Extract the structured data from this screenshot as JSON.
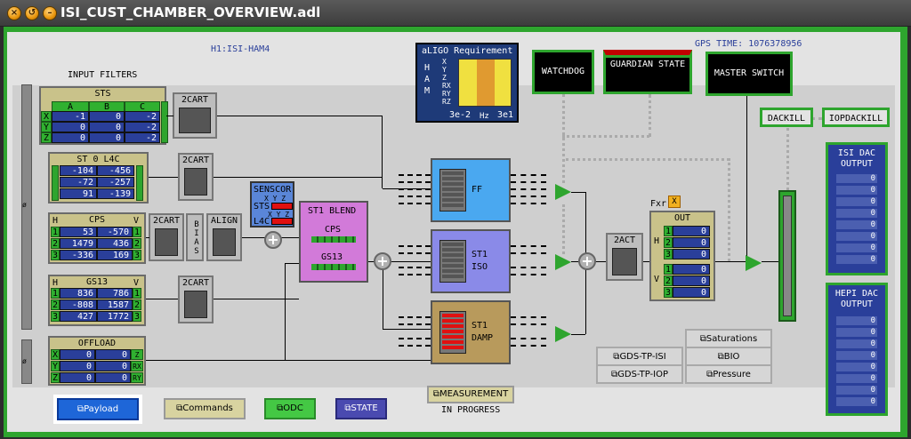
{
  "window": {
    "title": "ISI_CUST_CHAMBER_OVERVIEW.adl"
  },
  "header": {
    "chamber": "H1:ISI-HAM4",
    "gps_time": "GPS TIME: 1076378956"
  },
  "input_filters_label": "INPUT FILTERS",
  "sts": {
    "title": "STS",
    "cols": [
      "A",
      "B",
      "C"
    ],
    "rows": [
      {
        "label": "X",
        "vals": [
          "-1",
          "0",
          "-2"
        ]
      },
      {
        "label": "Y",
        "vals": [
          "0",
          "0",
          "-2"
        ]
      },
      {
        "label": "Z",
        "vals": [
          "0",
          "0",
          "-2"
        ]
      }
    ]
  },
  "l4c": {
    "title": "ST 0 L4C",
    "rows": [
      [
        "-104",
        "-456"
      ],
      [
        "-72",
        "-257"
      ],
      [
        "91",
        "-139"
      ]
    ]
  },
  "cps": {
    "title": "CPS",
    "left_label": "H",
    "right_label": "V",
    "rows": [
      {
        "n": "1",
        "h": "53",
        "v": "-570",
        "vn": "1"
      },
      {
        "n": "2",
        "h": "1479",
        "v": "436",
        "vn": "2"
      },
      {
        "n": "3",
        "h": "-336",
        "v": "169",
        "vn": "3"
      }
    ]
  },
  "gs13": {
    "title": "GS13",
    "left_label": "H",
    "right_label": "V",
    "rows": [
      {
        "n": "1",
        "h": "836",
        "v": "786",
        "vn": "1"
      },
      {
        "n": "2",
        "h": "-808",
        "v": "1587",
        "vn": "2"
      },
      {
        "n": "3",
        "h": "427",
        "v": "1772",
        "vn": "3"
      }
    ]
  },
  "offload": {
    "title": "OFFLOAD",
    "rows": [
      {
        "l": "X",
        "a": "0",
        "b": "0",
        "r": "Z"
      },
      {
        "l": "Y",
        "a": "0",
        "b": "0",
        "r": "RX"
      },
      {
        "l": "Z",
        "a": "0",
        "b": "0",
        "r": "RY"
      }
    ]
  },
  "cart_label": "2CART",
  "bias_label": "B I A S",
  "align_label": "ALIGN",
  "senscor": {
    "title": "SENSCOR",
    "sts": "STS",
    "l4c": "L4C",
    "axes": "X Y Z"
  },
  "blend": {
    "title": "ST1 BLEND",
    "cps": "CPS",
    "gs13": "GS13"
  },
  "aligo": {
    "title": "aLIGO Requirement",
    "side": "H\nA\nM",
    "dofs": "X\nY\nZ\nRX\nRY\nRZ",
    "x_min": "3e-2",
    "x_unit": "Hz",
    "x_max": "3e1"
  },
  "watchdog": "WATCHDOG",
  "guardian": "GUARDIAN STATE",
  "master": "MASTER SWITCH",
  "dackill": "DACKILL",
  "iopdackill": "IOPDACKILL",
  "ff": "FF",
  "iso": "ST1\nISO",
  "damp": "ST1\nDAMP",
  "act": "2ACT",
  "fxr": {
    "label": "Fxr",
    "badge": "X"
  },
  "out": {
    "title": "OUT",
    "h": "H",
    "v": "V",
    "h_rows": [
      [
        "1",
        "0"
      ],
      [
        "2",
        "0"
      ],
      [
        "3",
        "0"
      ]
    ],
    "v_rows": [
      [
        "1",
        "0"
      ],
      [
        "2",
        "0"
      ],
      [
        "3",
        "0"
      ]
    ]
  },
  "isi_dac": {
    "title": "ISI DAC\nOUTPUT",
    "vals": [
      "0",
      "0",
      "0",
      "0",
      "0",
      "0",
      "0",
      "0"
    ]
  },
  "hepi_dac": {
    "title": "HEPI DAC\nOUTPUT",
    "vals": [
      "0",
      "0",
      "0",
      "0",
      "0",
      "0",
      "0",
      "0"
    ]
  },
  "buttons": {
    "saturations": "Saturations",
    "bio": "BIO",
    "pressure": "Pressure",
    "gds_isi": "GDS-TP-ISI",
    "gds_iop": "GDS-TP-IOP",
    "measurement": "MEASUREMENT",
    "in_progress": "IN PROGRESS",
    "payload": "Payload",
    "commands": "Commands",
    "odc": "ODC",
    "state": "STATE"
  },
  "colors": {
    "frame": "#2ea52e",
    "panel": "#c9c28a",
    "blue": "#2a3f9a"
  }
}
